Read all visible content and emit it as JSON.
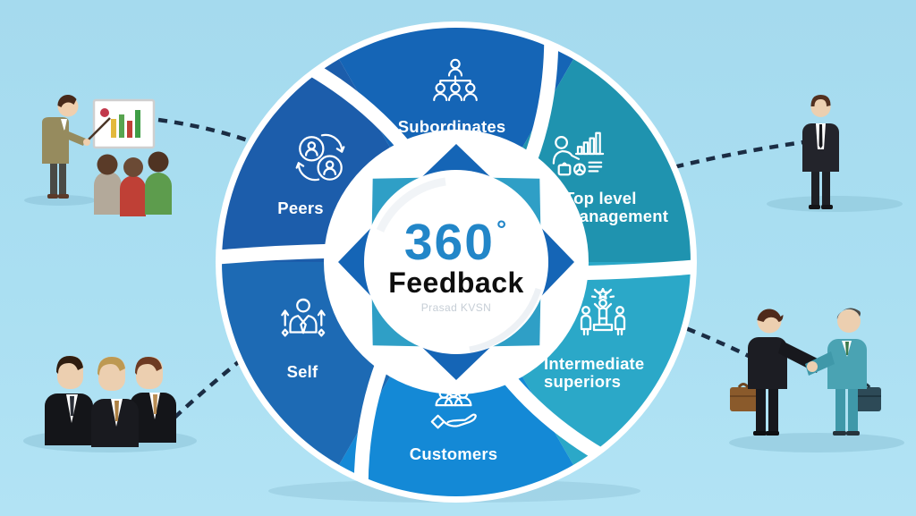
{
  "center": {
    "number": "360",
    "degree": "°",
    "label": "Feedback",
    "watermark": "Prasad KVSN"
  },
  "wheel": {
    "segments": [
      {
        "id": "subordinates",
        "label": "Subordinates",
        "color": "#1565b6",
        "icon": "org-hierarchy-icon"
      },
      {
        "id": "top-level-management",
        "lines": [
          "Top level",
          "management"
        ],
        "color": "#1f93af",
        "icon": "manager-analytics-icon"
      },
      {
        "id": "intermediate-superiors",
        "lines": [
          "Intermediate",
          "superiors"
        ],
        "color": "#2ba8c8",
        "icon": "winner-podium-icon"
      },
      {
        "id": "customers",
        "label": "Customers",
        "color": "#1489d6",
        "icon": "hand-holding-people-icon"
      },
      {
        "id": "self",
        "label": "Self",
        "color": "#1d6ab4",
        "icon": "self-growth-icon"
      },
      {
        "id": "peers",
        "label": "Peers",
        "color": "#1c5dab",
        "icon": "peer-exchange-icon"
      }
    ]
  },
  "colors": {
    "background": "#a9def1",
    "segment_divider": "#ffffff",
    "connector_dash": "#1b2d44",
    "star_dark": "#1565b6",
    "star_light": "#2f9fc6",
    "center_number": "#2286c8",
    "center_label": "#0e0e0e",
    "watermark": "#c6ced6"
  },
  "illustrations": [
    {
      "name": "presenter-with-whiteboard-and-audience"
    },
    {
      "name": "businessman-standing"
    },
    {
      "name": "three-businessmen"
    },
    {
      "name": "businessmen-handshake"
    }
  ]
}
